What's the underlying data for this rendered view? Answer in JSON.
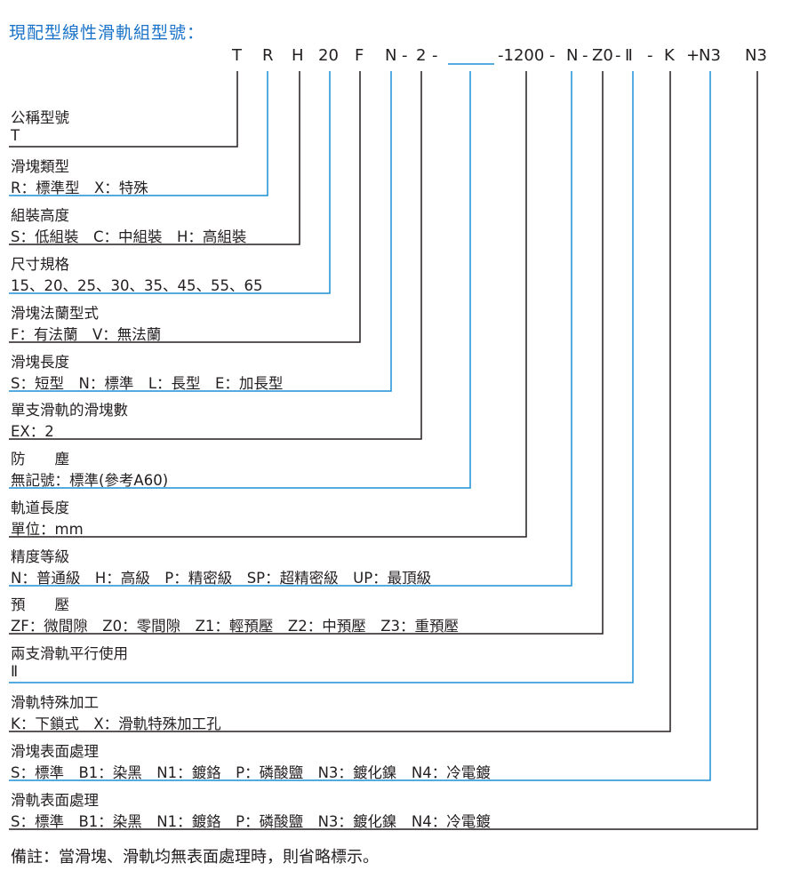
{
  "title": "現配型線性滑軌組型號：",
  "code_parts": [
    "T",
    "R",
    "H",
    "20",
    "F",
    "N",
    "-",
    "2",
    "-",
    "-1200",
    "-",
    "N",
    "-",
    "Z0",
    "-",
    "Ⅱ",
    "-",
    "K",
    "+",
    "N3",
    "N3"
  ],
  "rows": [
    {
      "title": "公稱型號",
      "desc": "T"
    },
    {
      "title": "滑塊類型",
      "desc": "R：標準型　X：特殊"
    },
    {
      "title": "組裝高度",
      "desc": "S：低組裝　C：中組裝　H：高組裝"
    },
    {
      "title": "尺寸規格",
      "desc": "15、20、25、30、35、45、55、65"
    },
    {
      "title": "滑塊法蘭型式",
      "desc": "F：有法蘭　V：無法蘭"
    },
    {
      "title": "滑塊長度",
      "desc": "S：短型　N：標準　L：長型　E：加長型"
    },
    {
      "title": "單支滑軌的滑塊數",
      "desc": "EX：2"
    },
    {
      "title": "防　　塵",
      "desc": "無記號：標準(參考A60)"
    },
    {
      "title": "軌道長度",
      "desc": "單位：mm"
    },
    {
      "title": "精度等級",
      "desc": "N：普通級　H：高級　P：精密級　SP：超精密級　UP：最頂級"
    },
    {
      "title": "預　　壓",
      "desc": "ZF：微間隙　Z0：零間隙　Z1：輕預壓　Z2：中預壓　Z3：重預壓"
    },
    {
      "title": "兩支滑軌平行使用",
      "desc": "Ⅱ"
    },
    {
      "title": "滑軌特殊加工",
      "desc": "K：下鎖式　X：滑軌特殊加工孔"
    },
    {
      "title": "滑塊表面處理",
      "desc": "S：標準　B1：染黑　N1：鍍鉻　P：磷酸鹽　N3：鍍化鎳　N4：冷電鍍"
    },
    {
      "title": "滑軌表面處理",
      "desc": "S：標準　B1：染黑　N1：鍍鉻　P：磷酸鹽　N3：鍍化鎳　N4：冷電鍍"
    }
  ],
  "footnote": "備註：當滑塊、滑軌均無表面處理時，則省略標示。",
  "colors": {
    "black": "#231f20",
    "blue": "#1a8fd6",
    "title": "#1a73c8"
  }
}
